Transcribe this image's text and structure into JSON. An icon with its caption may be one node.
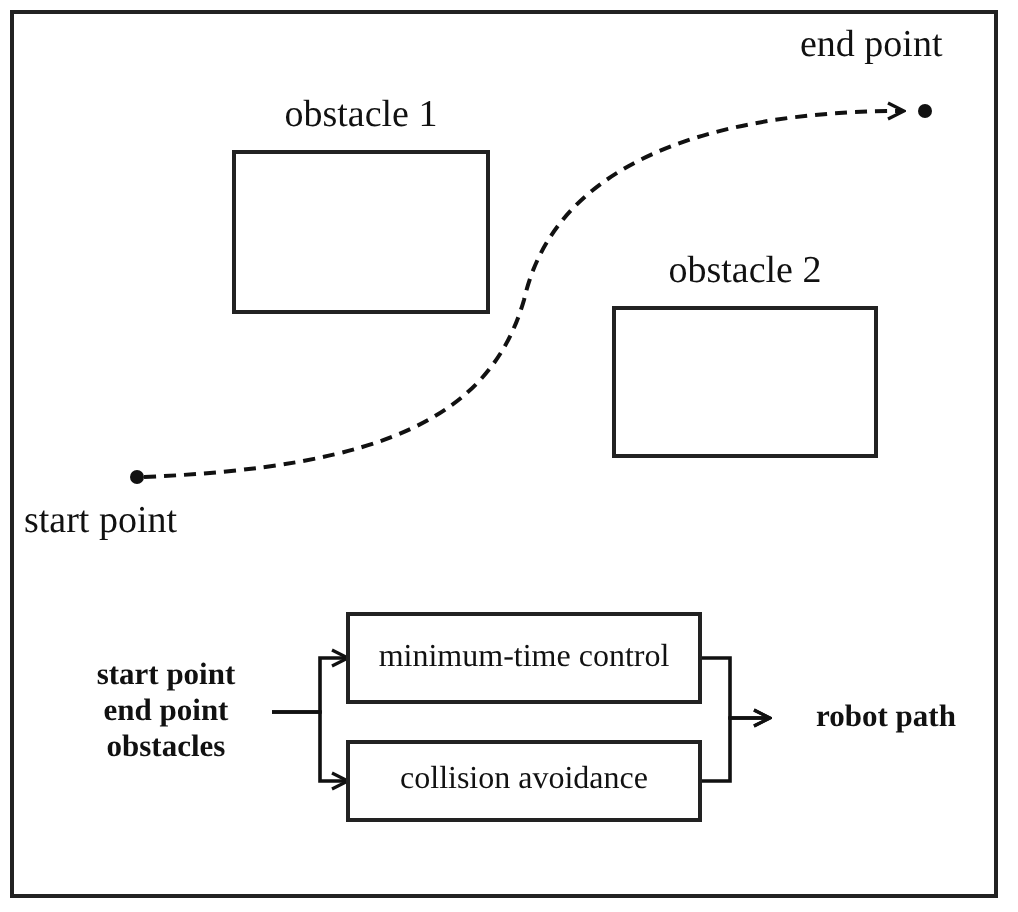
{
  "diagram": {
    "nodes": [
      {
        "text": [],
        "shape": "circle",
        "beside": [
          "start point"
        ]
      },
      {
        "text": [
          "obstacle 1"
        ]
      },
      {
        "text": [
          "obstacle 2"
        ]
      },
      {
        "text": [],
        "shape": "circle",
        "beside": [
          "end point"
        ]
      },
      {
        "text": [
          "start point end point obstacles"
        ]
      },
      {
        "text": [
          "minimum-time control"
        ]
      },
      {
        "text": [
          "collision avoidance"
        ]
      },
      {
        "text": [
          "robot path"
        ]
      }
    ],
    "edges": [
      {
        "from": 0,
        "to": 3,
        "arrow": "to",
        "style": "dashed"
      },
      {
        "from": 4,
        "to": 5,
        "arrow": "to"
      },
      {
        "from": 4,
        "to": 6,
        "arrow": "to"
      },
      {
        "from": 5,
        "to": 7,
        "arrow": "to"
      },
      {
        "from": 6,
        "to": 7,
        "arrow": "to"
      }
    ]
  }
}
